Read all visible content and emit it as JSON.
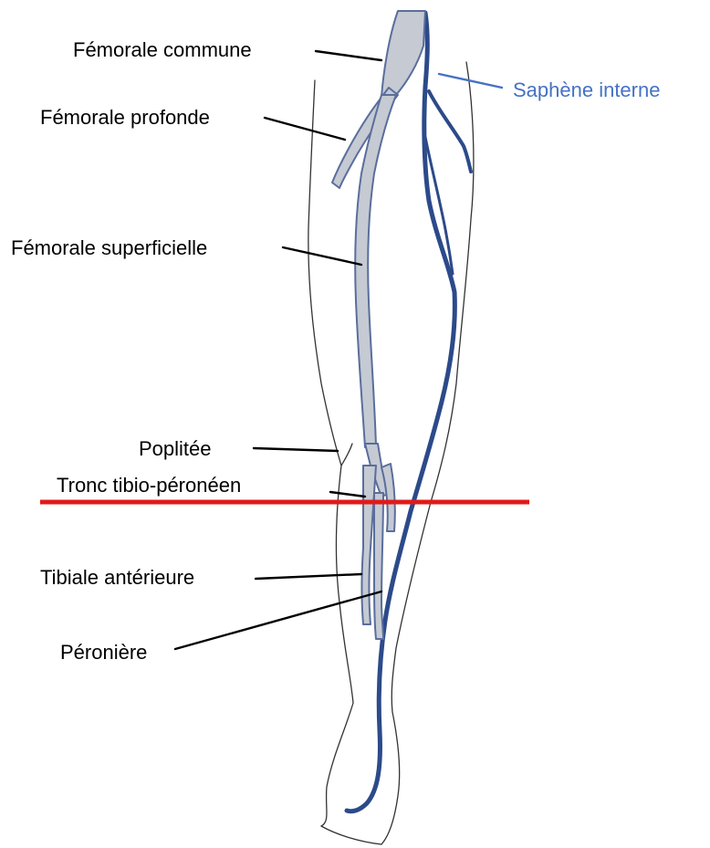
{
  "labels": {
    "femorale_commune": "Fémorale commune",
    "femorale_profonde": "Fémorale profonde",
    "femorale_superficielle": "Fémorale superficielle",
    "poplitee": "Poplitée",
    "tronc_tibio_peroneen": "Tronc tibio-péronéen",
    "tibiale_anterieure": "Tibiale antérieure",
    "peroniere": "Péronière",
    "saphene_interne": "Saphène interne"
  },
  "colors": {
    "label_text": "#000000",
    "saphene_label": "#4472C4",
    "deep_vein_fill": "#c5cad3",
    "deep_vein_stroke": "#5a6e9c",
    "saphene_vein": "#2c4a8a",
    "leg_outline": "#333333",
    "level_line": "#e11a1a",
    "leader_line": "#000000"
  }
}
